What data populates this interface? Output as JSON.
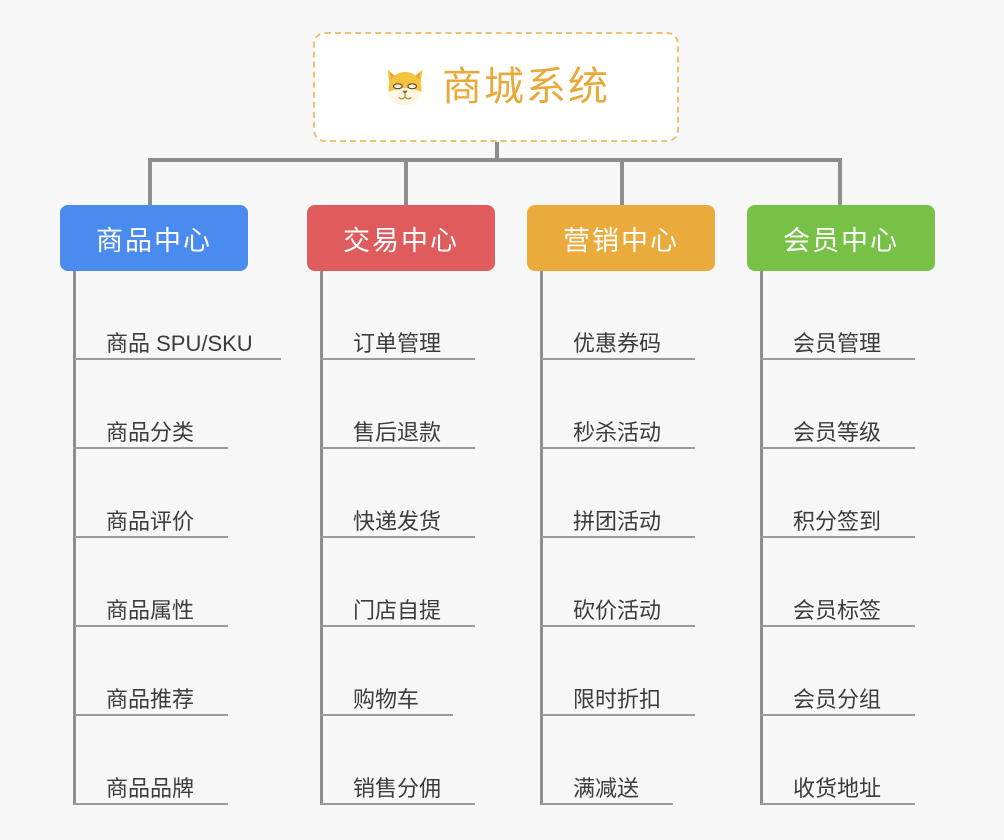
{
  "root": {
    "icon": "shiba-dog-icon",
    "title": "商城系统",
    "title_color": "#e8a93a",
    "border_color": "#f0c070"
  },
  "background_color": "#f7f7f7",
  "connector_color": "#8e8e8e",
  "columns": [
    {
      "category": "商品中心",
      "color": "#4a8bf0",
      "items": [
        {
          "label": "商品 SPU/SKU",
          "rule_width": 208
        },
        {
          "label": "商品分类",
          "rule_width": 155
        },
        {
          "label": "商品评价",
          "rule_width": 155
        },
        {
          "label": "商品属性",
          "rule_width": 155
        },
        {
          "label": "商品推荐",
          "rule_width": 155
        },
        {
          "label": "商品品牌",
          "rule_width": 155
        }
      ]
    },
    {
      "category": "交易中心",
      "color": "#e05c5c",
      "items": [
        {
          "label": "订单管理",
          "rule_width": 155
        },
        {
          "label": "售后退款",
          "rule_width": 155
        },
        {
          "label": "快递发货",
          "rule_width": 155
        },
        {
          "label": "门店自提",
          "rule_width": 155
        },
        {
          "label": "购物车",
          "rule_width": 133
        },
        {
          "label": "销售分佣",
          "rule_width": 155
        }
      ]
    },
    {
      "category": "营销中心",
      "color": "#eaaa3c",
      "items": [
        {
          "label": "优惠券码",
          "rule_width": 155
        },
        {
          "label": "秒杀活动",
          "rule_width": 155
        },
        {
          "label": "拼团活动",
          "rule_width": 155
        },
        {
          "label": "砍价活动",
          "rule_width": 155
        },
        {
          "label": "限时折扣",
          "rule_width": 155
        },
        {
          "label": "满减送",
          "rule_width": 133
        }
      ]
    },
    {
      "category": "会员中心",
      "color": "#77c246",
      "items": [
        {
          "label": "会员管理",
          "rule_width": 155
        },
        {
          "label": "会员等级",
          "rule_width": 155
        },
        {
          "label": "积分签到",
          "rule_width": 155
        },
        {
          "label": "会员标签",
          "rule_width": 155
        },
        {
          "label": "会员分组",
          "rule_width": 155
        },
        {
          "label": "收货地址",
          "rule_width": 155
        }
      ]
    }
  ],
  "layout": {
    "column_left": [
      60,
      307,
      527,
      747
    ],
    "drop_left": [
      148,
      404,
      620,
      838
    ]
  }
}
